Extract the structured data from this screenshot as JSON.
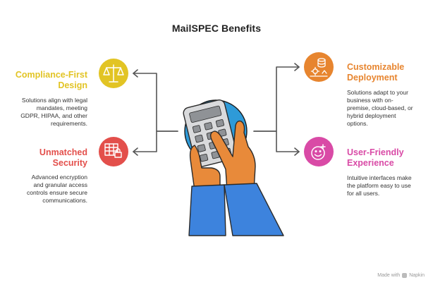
{
  "title": "MailSPEC Benefits",
  "colors": {
    "compliance": "#e2c424",
    "security": "#e34f4b",
    "deployment": "#e7852f",
    "user_friendly": "#d94aa6",
    "connector": "#555555",
    "globe": "#2e9ad8",
    "sleeve": "#3d83dd",
    "hand": "#e88a3a"
  },
  "benefits": {
    "compliance": {
      "icon": "scales-icon",
      "heading_lines": [
        "Compliance-First",
        "Design"
      ],
      "desc_lines": [
        "Solutions align with legal",
        "mandates, meeting",
        "GDPR, HIPAA, and other",
        "requirements."
      ]
    },
    "security": {
      "icon": "spreadsheet-lock-icon",
      "heading_lines": [
        "Unmatched",
        "Security"
      ],
      "desc_lines": [
        "Advanced encryption",
        "and granular access",
        "controls ensure secure",
        "communications."
      ]
    },
    "deployment": {
      "icon": "database-gear-icon",
      "heading_lines": [
        "Customizable",
        "Deployment"
      ],
      "desc_lines": [
        "Solutions adapt to your",
        "business with on-",
        "premise, cloud-based, or",
        "hybrid deployment",
        "options."
      ]
    },
    "user_friendly": {
      "icon": "smiley-icon",
      "heading_lines": [
        "User-Friendly",
        "Experience"
      ],
      "desc_lines": [
        "Intuitive interfaces make",
        "the platform easy to use",
        "for all users."
      ]
    }
  },
  "footer": {
    "made_with": "Made with",
    "brand": "Napkin"
  }
}
